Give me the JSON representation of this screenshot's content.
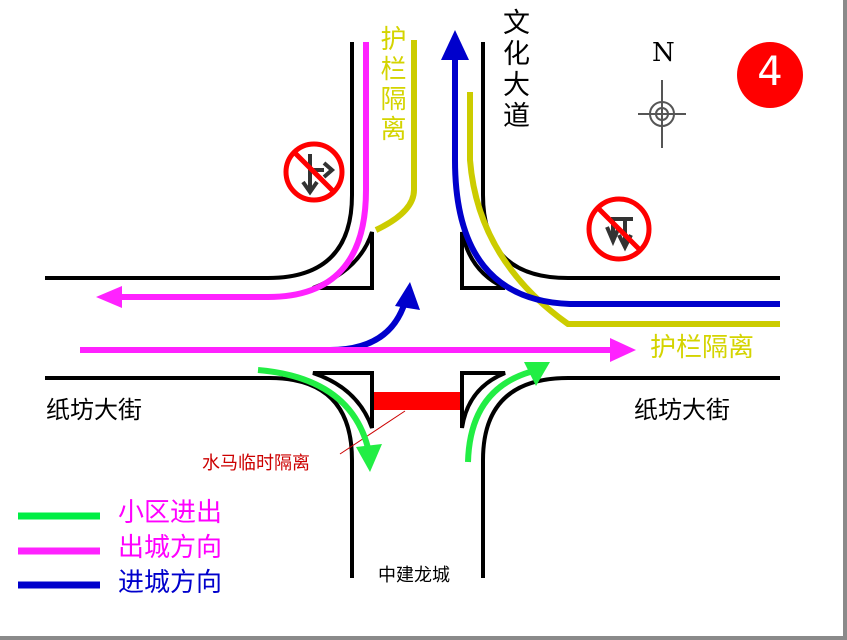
{
  "labels": {
    "road_north": "文化大道",
    "road_west": "纸坊大街",
    "road_east": "纸坊大街",
    "road_south": "中建龙城",
    "barrier_north": "护栏隔离",
    "barrier_east": "护栏隔离",
    "temp_barrier": "水马临时隔离",
    "compass": "N",
    "badge": "4"
  },
  "legend": [
    {
      "label": "小区进出",
      "color": "#00ee44"
    },
    {
      "label": "出城方向",
      "color": "#ff22ff"
    },
    {
      "label": "进城方向",
      "color": "#0000cc"
    }
  ],
  "colors": {
    "outbound": "#ff22ff",
    "inbound": "#0000cc",
    "community": "#22ee44",
    "barrier": "#cccc00",
    "temp_barrier": "#ff0000",
    "badge": "#ff0000"
  },
  "icons": {
    "no_straight_or_left_sign": "no-turn-sign-icon",
    "no_left_turn_sign": "no-left-turn-sign-icon",
    "compass": "compass-icon"
  }
}
